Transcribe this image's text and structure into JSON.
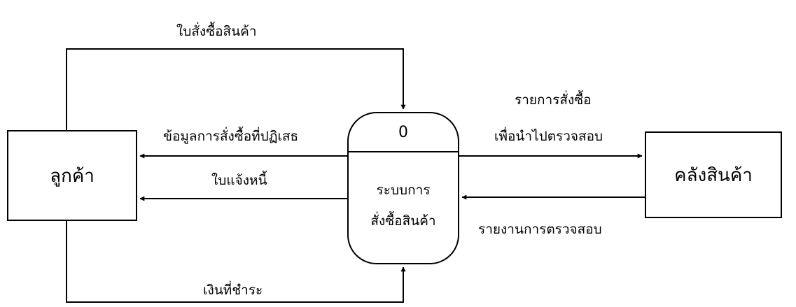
{
  "entities": {
    "customer": "ลูกค้า",
    "warehouse": "คลังสินค้า"
  },
  "process": {
    "id": "0",
    "name_line1": "ระบบการ",
    "name_line2": "สั่งซื้อสินค้า"
  },
  "flows": {
    "purchase_order": "ใบสั่งซื้อสินค้า",
    "rejected_order_info": "ข้อมูลการสั่งซื้อที่ปฏิเสธ",
    "invoice": "ใบแจ้งหนี้",
    "payment": "เงินที่ชำระ",
    "order_list_line1": "รายการสั่งซื้อ",
    "order_list_line2": "เพื่อนำไปตรวจสอบ",
    "inspection_report": "รายงานการตรวจสอบ"
  },
  "colors": {
    "stroke": "#000000",
    "background": "#ffffff"
  }
}
